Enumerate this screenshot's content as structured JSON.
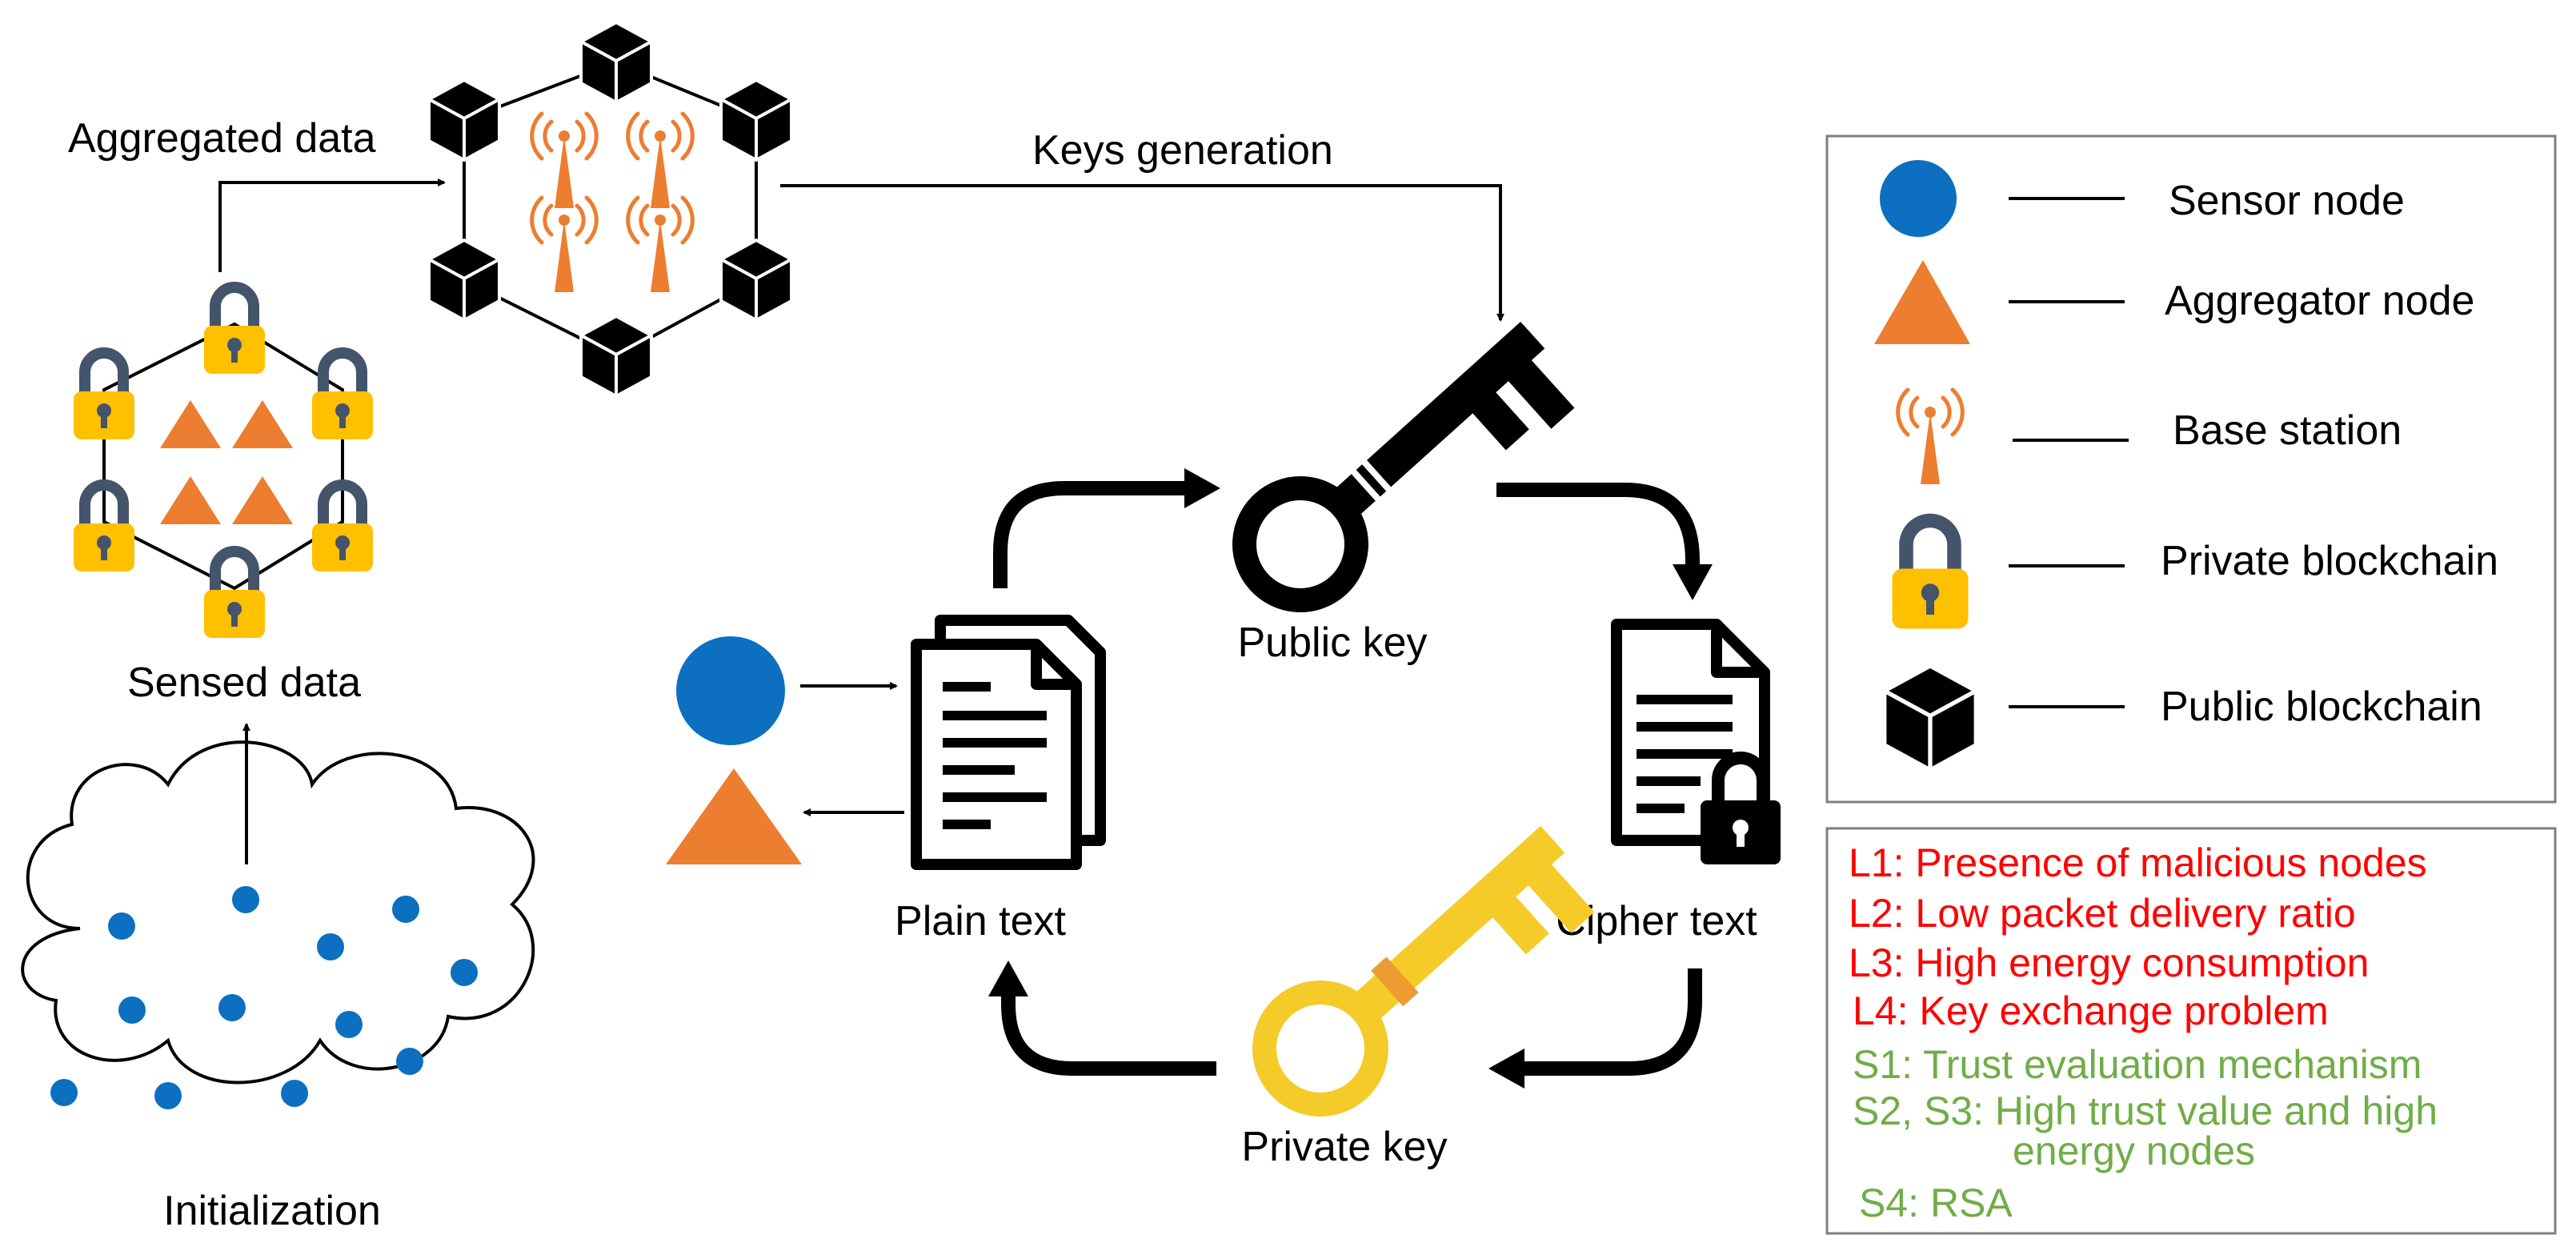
{
  "labels": {
    "aggregated_data": "Aggregated data",
    "keys_generation": "Keys generation",
    "sensed_data": "Sensed data",
    "initialization": "Initialization",
    "public_key": "Public key",
    "private_key": "Private key",
    "plain_text": "Plain text",
    "cipher_text": "Cipher text"
  },
  "legend": {
    "items": [
      {
        "icon": "sensor-node-icon",
        "label": "Sensor node"
      },
      {
        "icon": "aggregator-node-icon",
        "label": "Aggregator node"
      },
      {
        "icon": "base-station-icon",
        "label": "Base station"
      },
      {
        "icon": "padlock-icon",
        "label": "Private blockchain"
      },
      {
        "icon": "cube-icon",
        "label": "Public blockchain"
      }
    ]
  },
  "issues": {
    "limitations": [
      "L1: Presence of malicious nodes",
      "L2: Low packet delivery ratio",
      "L3: High energy consumption",
      "L4: Key exchange problem"
    ],
    "solutions": [
      "S1: Trust evaluation mechanism",
      "S2, S3: High trust value and high",
      "energy nodes",
      "S4: RSA"
    ]
  },
  "colors": {
    "sensor_blue": "#0c6fc0",
    "aggregator_orange": "#ed7d31",
    "lock_yellow": "#ffc000",
    "lock_shackle": "#44546a",
    "private_key_yellow": "#f4cb28",
    "limitation_red": "#ff0000",
    "solution_green": "#70ad47"
  }
}
